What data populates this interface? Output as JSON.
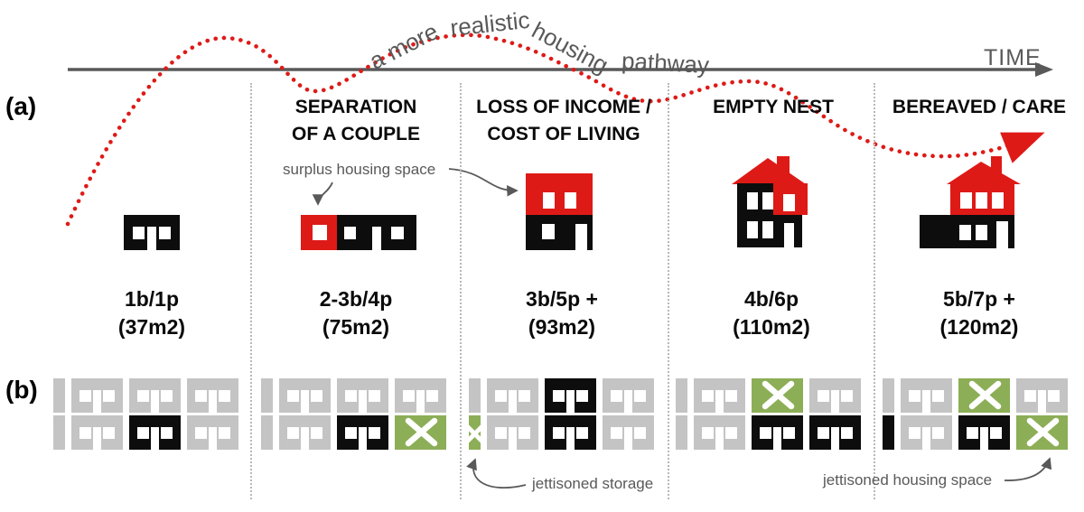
{
  "colors": {
    "red": "#de1a17",
    "green": "#8cae57",
    "gray": "#c4c4c4",
    "black": "#0d0d0d",
    "dark_gray_text": "#595959"
  },
  "header": {
    "curve_words": [
      "a more",
      "realistic",
      "housing",
      "pathway"
    ],
    "time_label": "TIME"
  },
  "section_a_label": "(a)",
  "section_b_label": "(b)",
  "stages": [
    {
      "title_lines": [],
      "size_line1": "1b/1p",
      "size_line2": "(37m2)"
    },
    {
      "title_lines": [
        "SEPARATION",
        "OF A COUPLE"
      ],
      "size_line1": "2-3b/4p",
      "size_line2": "(75m2)"
    },
    {
      "title_lines": [
        "LOSS OF INCOME /",
        "COST OF LIVING"
      ],
      "size_line1": "3b/5p +",
      "size_line2": "(93m2)"
    },
    {
      "title_lines": [
        "EMPTY NEST"
      ],
      "size_line1": "4b/6p",
      "size_line2": "(110m2)"
    },
    {
      "title_lines": [
        "BEREAVED / CARE"
      ],
      "size_line1": "5b/7p +",
      "size_line2": "(120m2)"
    }
  ],
  "annotations": {
    "surplus": "surplus housing space",
    "storage": "jettisoned storage",
    "housing": "jettisoned housing space"
  },
  "street_panels": [
    {
      "top": [
        "bar-gray",
        "house-gray",
        "house-gray",
        "house-gray"
      ],
      "bottom": [
        "bar-gray",
        "house-gray",
        "house-black",
        "house-gray"
      ]
    },
    {
      "top": [
        "bar-gray",
        "house-gray",
        "house-gray",
        "house-gray"
      ],
      "bottom": [
        "bar-gray",
        "house-gray",
        "house-black",
        "house-green-x"
      ]
    },
    {
      "top": [
        "bar-gray",
        "house-gray",
        "house-black",
        "house-gray"
      ],
      "bottom": [
        "bar-green-x",
        "house-gray",
        "house-black",
        "house-gray"
      ]
    },
    {
      "top": [
        "bar-gray",
        "house-gray",
        "house-green-x",
        "house-gray"
      ],
      "bottom": [
        "bar-gray",
        "house-gray",
        "house-black",
        "house-black"
      ]
    },
    {
      "top": [
        "bar-gray",
        "house-gray",
        "house-green-x",
        "house-gray"
      ],
      "bottom": [
        "bar-black",
        "house-gray",
        "house-black",
        "house-green-x"
      ]
    }
  ]
}
